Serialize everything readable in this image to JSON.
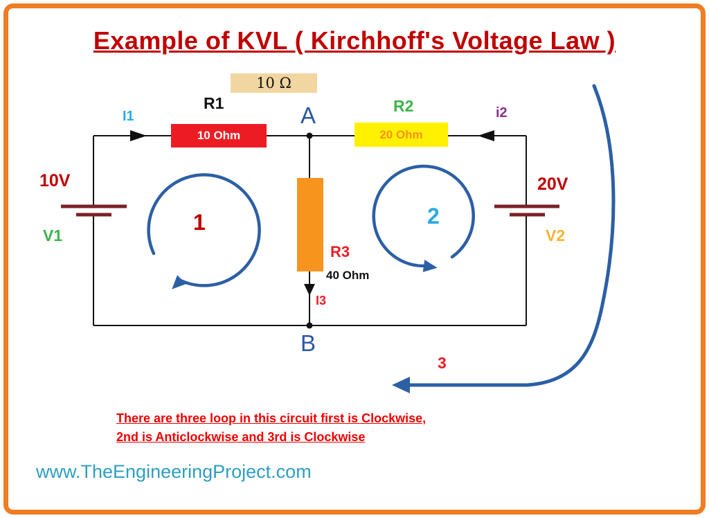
{
  "title": "Example of KVL ( Kirchhoff's Voltage Law )",
  "ohm_box_label": "10 Ω",
  "components": {
    "r1": {
      "name": "R1",
      "value": "10 Ohm"
    },
    "r2": {
      "name": "R2",
      "value": "20 Ohm"
    },
    "r3": {
      "name": "R3",
      "value": "40 Ohm"
    },
    "v1": {
      "name": "V1",
      "value": "10V"
    },
    "v2": {
      "name": "V2",
      "value": "20V"
    }
  },
  "currents": {
    "i1": "I1",
    "i2": "i2",
    "i3": "I3"
  },
  "nodes": {
    "a": "A",
    "b": "B"
  },
  "loops": {
    "loop1": "1",
    "loop2": "2",
    "loop3": "3"
  },
  "caption_line1": "There are three loop in this circuit first is Clockwise,",
  "caption_line2": "2nd is Anticlockwise and 3rd is Clockwise",
  "website": "www.TheEngineeringProject.com",
  "colors": {
    "border_orange": "#EE7D23",
    "title_red": "#C00000",
    "caption_red": "#F20000",
    "r1_fill": "#ED1C24",
    "r2_fill": "#FFF100",
    "r3_fill": "#F7941D",
    "ohm_box_fill": "#F2D6A2",
    "loop_blue": "#2C5FA5",
    "battery_maroon": "#7B2128",
    "green": "#3AB54A",
    "cyan": "#29ABE2",
    "purple": "#8E2A8E",
    "amber": "#F9B233",
    "website_teal": "#2E9FC0"
  }
}
